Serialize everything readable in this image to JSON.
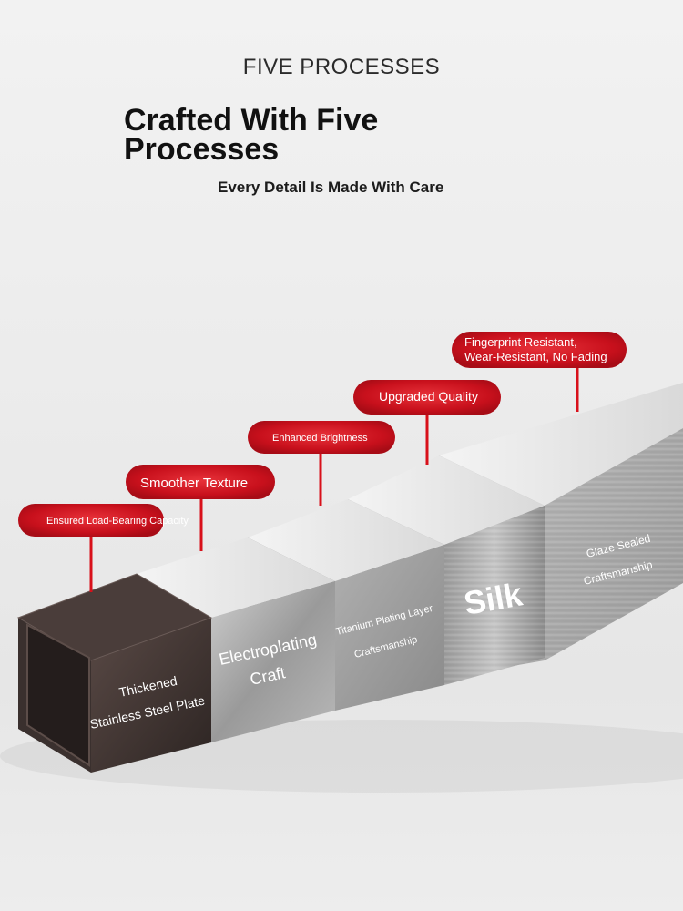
{
  "header": {
    "kicker": "FIVE PROCESSES",
    "title_line1": "Crafted With Five",
    "title_line2": "Processes",
    "tagline": "Every Detail Is Made With Care"
  },
  "callouts": [
    {
      "text": "Ensured Load-Bearing Capacity"
    },
    {
      "text": "Smoother Texture"
    },
    {
      "text": "Enhanced Brightness"
    },
    {
      "text": "Upgraded Quality"
    },
    {
      "line1": "Fingerprint Resistant,",
      "line2": "Wear-Resistant, No Fading"
    }
  ],
  "segments": [
    {
      "line1": "Thickened",
      "line2": "Stainless Steel Plate"
    },
    {
      "line1": "Electroplating",
      "line2": "Craft"
    },
    {
      "line1": "Titanium Plating Layer",
      "line2": "Craftsmanship"
    },
    {
      "line1": "Silk"
    },
    {
      "line1": "Glaze Sealed",
      "line2": "Craftsmanship"
    }
  ],
  "colors": {
    "accent": "#d8101a",
    "badge": "#c8101c",
    "steel_dark": "#3a302e"
  }
}
